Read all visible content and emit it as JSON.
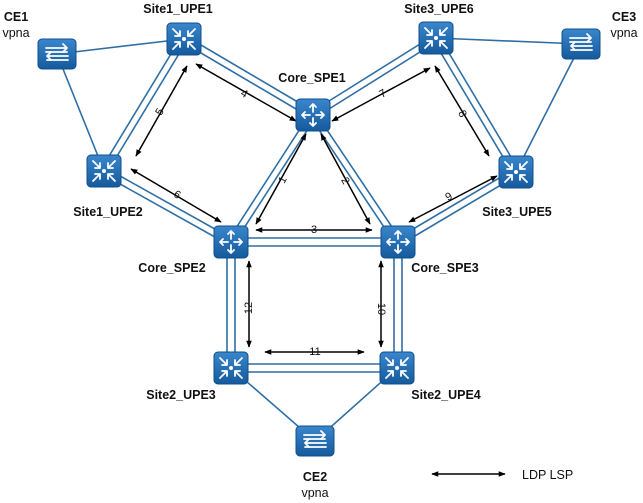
{
  "colors": {
    "link_blue": "#2f6fa6",
    "device_blue": "#1f6db5",
    "device_blue_dark": "#0f4f8f",
    "arrow": "#000000",
    "text": "#111111"
  },
  "devices": {
    "ce1": {
      "name": "CE1",
      "sub": "vpna",
      "icon": "switch-icon"
    },
    "ce2": {
      "name": "CE2",
      "sub": "vpna",
      "icon": "switch-icon"
    },
    "ce3": {
      "name": "CE3",
      "sub": "vpna",
      "icon": "switch-icon"
    },
    "site1_upe1": {
      "name": "Site1_UPE1",
      "icon": "upe-router-icon"
    },
    "site1_upe2": {
      "name": "Site1_UPE2",
      "icon": "upe-router-icon"
    },
    "site2_upe3": {
      "name": "Site2_UPE3",
      "icon": "upe-router-icon"
    },
    "site2_upe4": {
      "name": "Site2_UPE4",
      "icon": "upe-router-icon"
    },
    "site3_upe5": {
      "name": "Site3_UPE5",
      "icon": "upe-router-icon"
    },
    "site3_upe6": {
      "name": "Site3_UPE6",
      "icon": "upe-router-icon"
    },
    "core_spe1": {
      "name": "Core_SPE1",
      "icon": "spe-router-icon"
    },
    "core_spe2": {
      "name": "Core_SPE2",
      "icon": "spe-router-icon"
    },
    "core_spe3": {
      "name": "Core_SPE3",
      "icon": "spe-router-icon"
    }
  },
  "lsp_labels": [
    "1",
    "2",
    "3",
    "4",
    "5",
    "6",
    "7",
    "8",
    "9",
    "10",
    "11",
    "12"
  ],
  "legend": {
    "label": "LDP LSP"
  }
}
